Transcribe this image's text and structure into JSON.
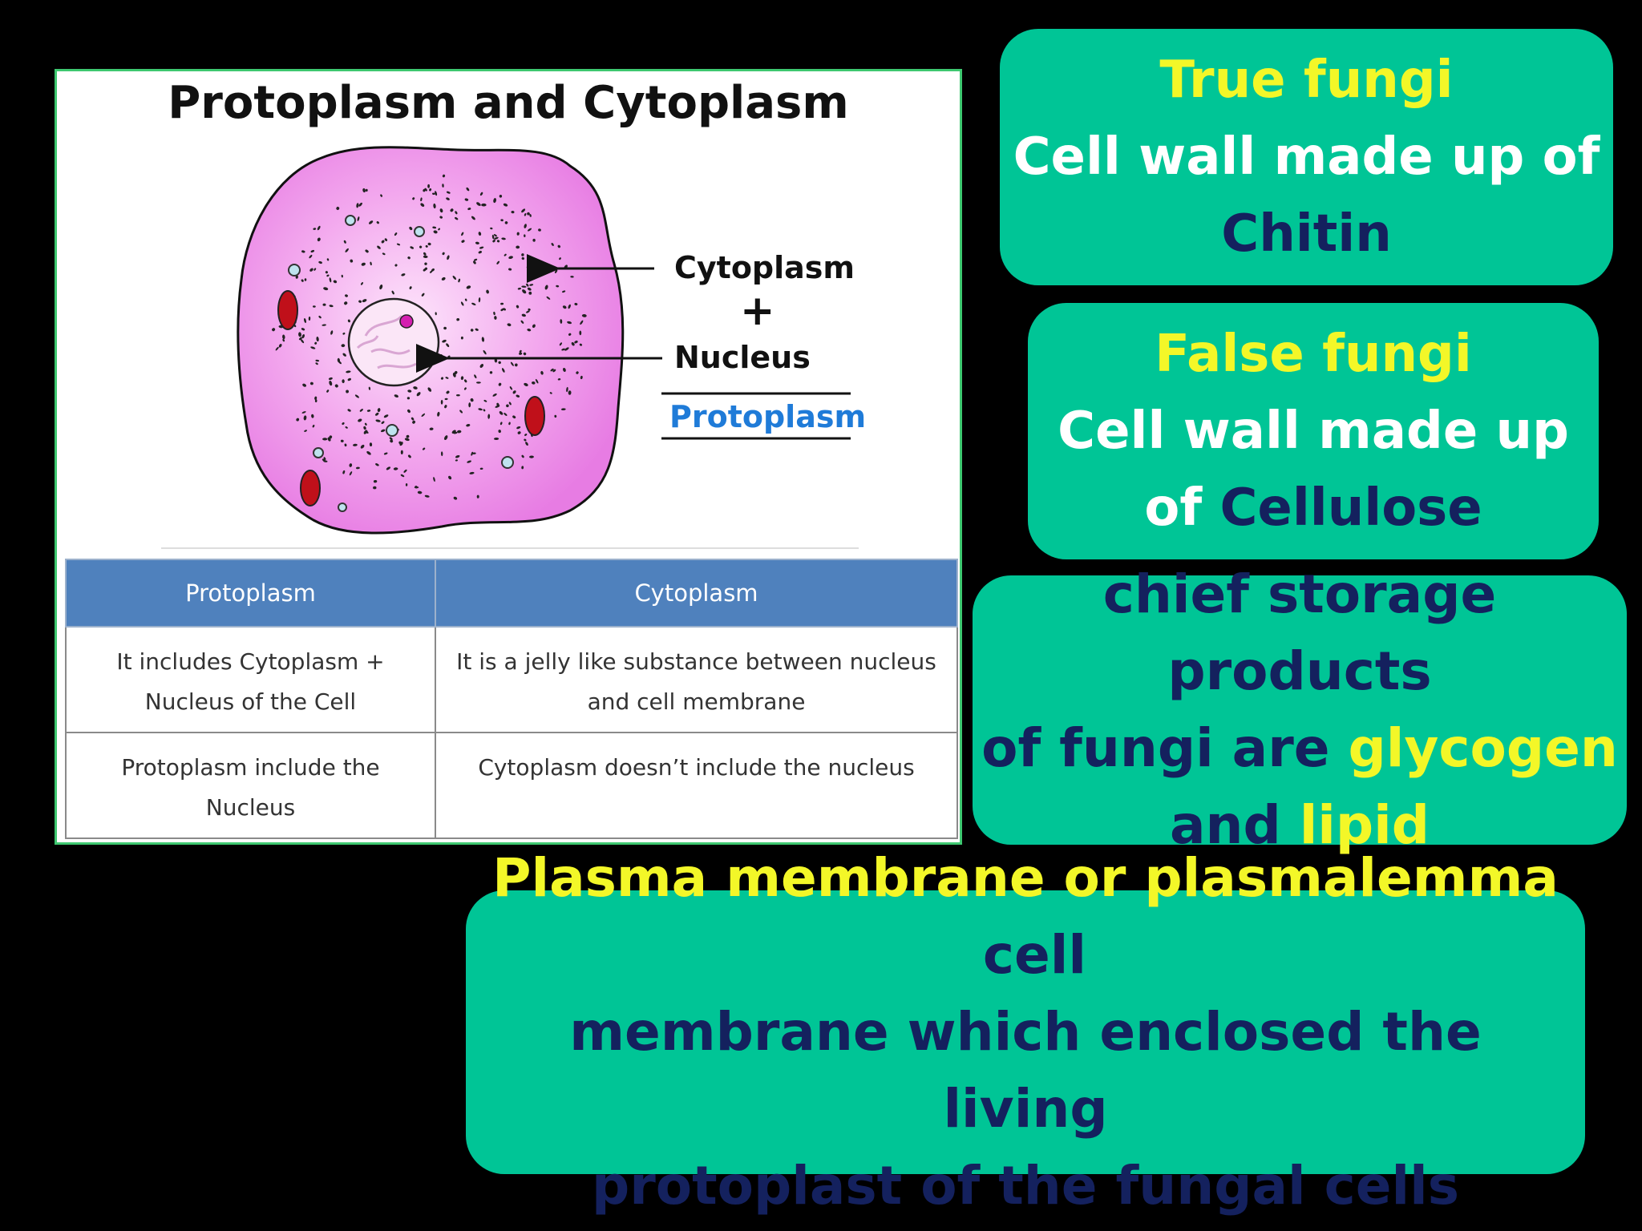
{
  "figure": {
    "title": "Protoplasm and Cytoplasm",
    "labels": {
      "cytoplasm": "Cytoplasm",
      "plus": "+",
      "nucleus": "Nucleus",
      "protoplasm": "Protoplasm"
    },
    "table": {
      "headers": [
        "Protoplasm",
        "Cytoplasm"
      ],
      "rows": [
        [
          "It includes Cytoplasm +",
          "Nucleus of the Cell",
          "It is a jelly like substance between nucleus",
          "and cell membrane"
        ],
        [
          "Protoplasm include the",
          "Nucleus",
          "Cytoplasm doesn’t include the nucleus"
        ]
      ]
    }
  },
  "boxes": {
    "true_fungi": {
      "heading": "True fungi",
      "line2": "Cell wall made up of",
      "line3": "Chitin"
    },
    "false_fungi": {
      "heading": "False fungi",
      "line2": "Cell wall made up",
      "of": "of ",
      "material": "Cellulose"
    },
    "storage": {
      "line1": "chief storage products",
      "line2_prefix": "of fungi are ",
      "glycogen": "glycogen",
      "and": "and ",
      "lipid": "lipid"
    },
    "plasma": {
      "highlight": "Plasma membrane or plasmalemma",
      "line1_rest": " cell",
      "line2": "membrane which enclosed the living",
      "line3": "protoplast of the fungal cells"
    }
  },
  "colors": {
    "box_bg": "#00c596",
    "yellow": "#f3f728",
    "navy": "#14215e",
    "cell_pink": "#ee8ee8",
    "table_header": "#4f81bd",
    "protoplasm_blue": "#1f7bd8"
  }
}
